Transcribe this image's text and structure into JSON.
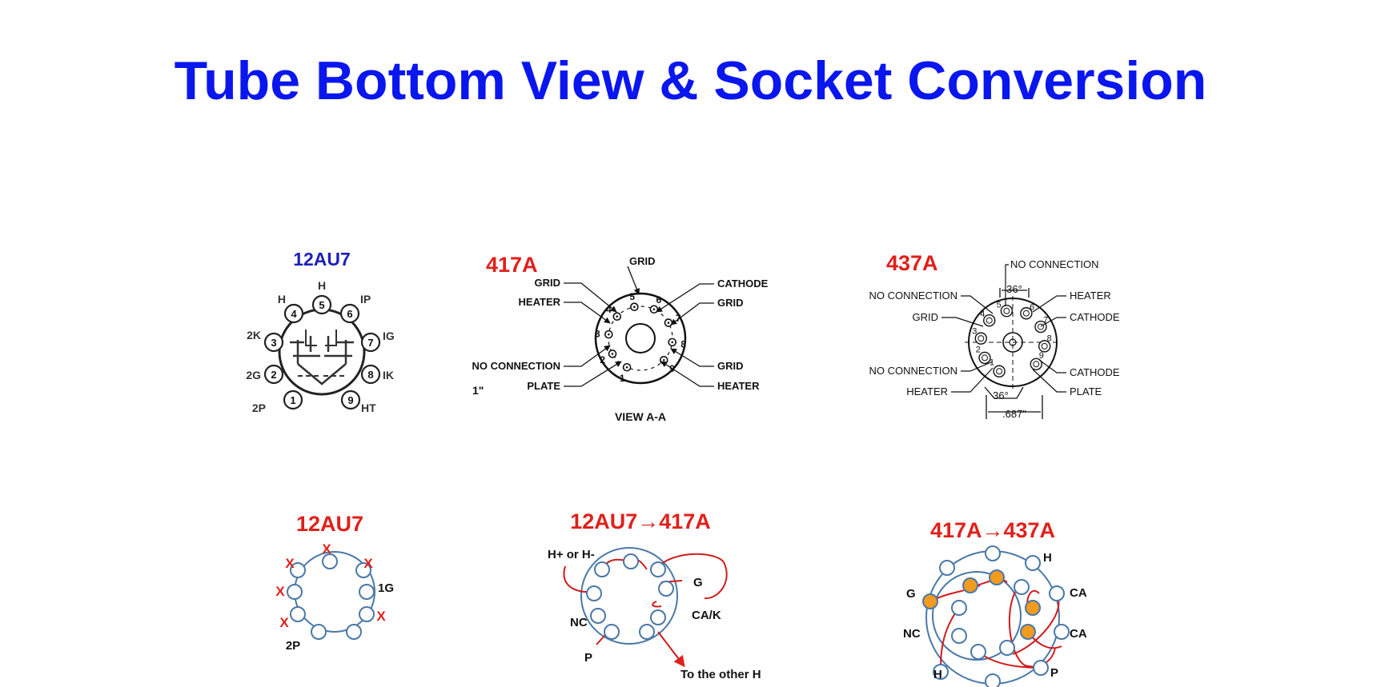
{
  "title": "Tube Bottom View & Socket Conversion",
  "colors": {
    "title": "#0a16ee",
    "red_label": "#e0201a",
    "pin_circle": "#4a78a8",
    "wire": "#d01c1c",
    "highlight_pin": "#f29b1f",
    "ink": "#111111"
  },
  "top_row": {
    "a": {
      "heading": "12AU7",
      "pins": [
        "H",
        "H",
        "IP",
        "2K",
        "IG",
        "2G",
        "IK",
        "2P",
        "HT"
      ],
      "pin_numbers": [
        "1",
        "2",
        "3",
        "4",
        "5",
        "6",
        "7",
        "8",
        "9"
      ]
    },
    "b": {
      "heading": "417A",
      "left_labels": [
        "GRID",
        "GRID",
        "HEATER",
        "NO CONNECTION",
        "PLATE"
      ],
      "right_labels": [
        "CATHODE",
        "GRID",
        "GRID",
        "HEATER"
      ],
      "pin_numbers": [
        "1",
        "2",
        "3",
        "4",
        "5",
        "6",
        "7",
        "8",
        "9"
      ],
      "caption": "VIEW A-A",
      "edge_mark": "1\""
    },
    "c": {
      "heading": "437A",
      "top_label": "NO CONNECTION",
      "left_labels": [
        "NO CONNECTION",
        "GRID",
        "NO CONNECTION",
        "HEATER"
      ],
      "right_labels": [
        "HEATER",
        "CATHODE",
        "CATHODE",
        "PLATE"
      ],
      "angle_top": "36°",
      "angle_bottom": "36°",
      "dimension": ".687\"",
      "pin_numbers": [
        "1",
        "2",
        "3",
        "4",
        "5",
        "6",
        "7",
        "8",
        "9"
      ]
    }
  },
  "bottom_row": {
    "a": {
      "heading": "12AU7",
      "marks": [
        "X",
        "X",
        "X",
        "X",
        "X",
        "X"
      ],
      "labels": [
        "1G",
        "2P"
      ]
    },
    "b": {
      "heading": "12AU7→417A",
      "labels": [
        "H+ or H-",
        "G",
        "CA/K",
        "NC",
        "P",
        "To the other H"
      ]
    },
    "c": {
      "heading": "417A→437A",
      "labels": [
        "H",
        "G",
        "CA",
        "NC",
        "CA",
        "H",
        "P"
      ]
    }
  }
}
